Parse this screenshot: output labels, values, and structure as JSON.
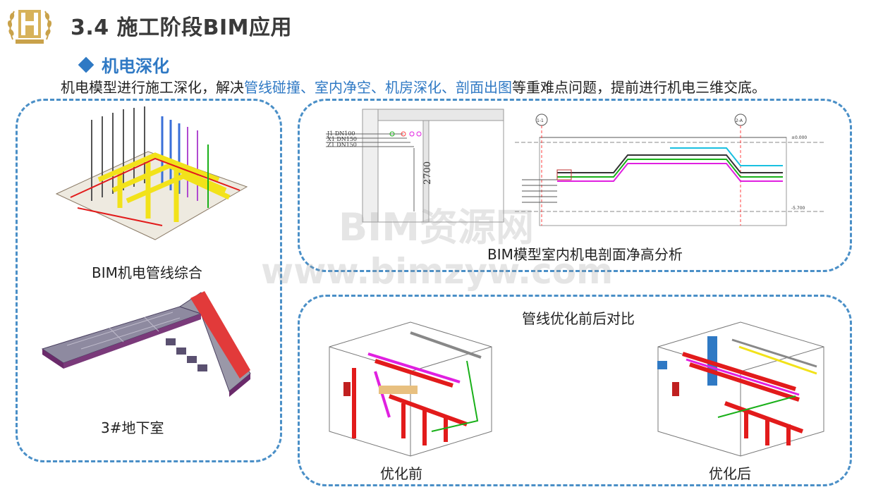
{
  "header": {
    "title": "3.4 施工阶段BIM应用",
    "subtitle": "机电深化"
  },
  "intro": {
    "prefix": "机电模型进行施工深化，解决",
    "highlight": "管线碰撞、室内净空、机房深化、剖面出图",
    "suffix": "等重难点问题，提前进行机电三维交底。"
  },
  "left_panel": {
    "caption_top": "BIM机电管线综合",
    "caption_bottom": "3#地下室"
  },
  "top_panel": {
    "caption": "BIM模型室内机电剖面净高分析",
    "dim_label": "2700",
    "pipe_labels": [
      "J1 DN100",
      "X1 DN150",
      "Z1 DN150"
    ],
    "grid_labels": [
      "1-1",
      "2-A"
    ],
    "elev_labels": [
      "±0.000",
      "-5.700"
    ]
  },
  "bottom_panel": {
    "title": "管线优化前后对比",
    "caption_before": "优化前",
    "caption_after": "优化后"
  },
  "watermark": {
    "line1": "BIM资源网",
    "line2": "www.bimzyw.com"
  },
  "colors": {
    "accent": "#2f79c4",
    "dash_border": "#4a8fc7",
    "pipe_red": "#e21b1b",
    "pipe_magenta": "#e020e0",
    "pipe_yellow": "#f2e21a",
    "pipe_green": "#19b019"
  }
}
